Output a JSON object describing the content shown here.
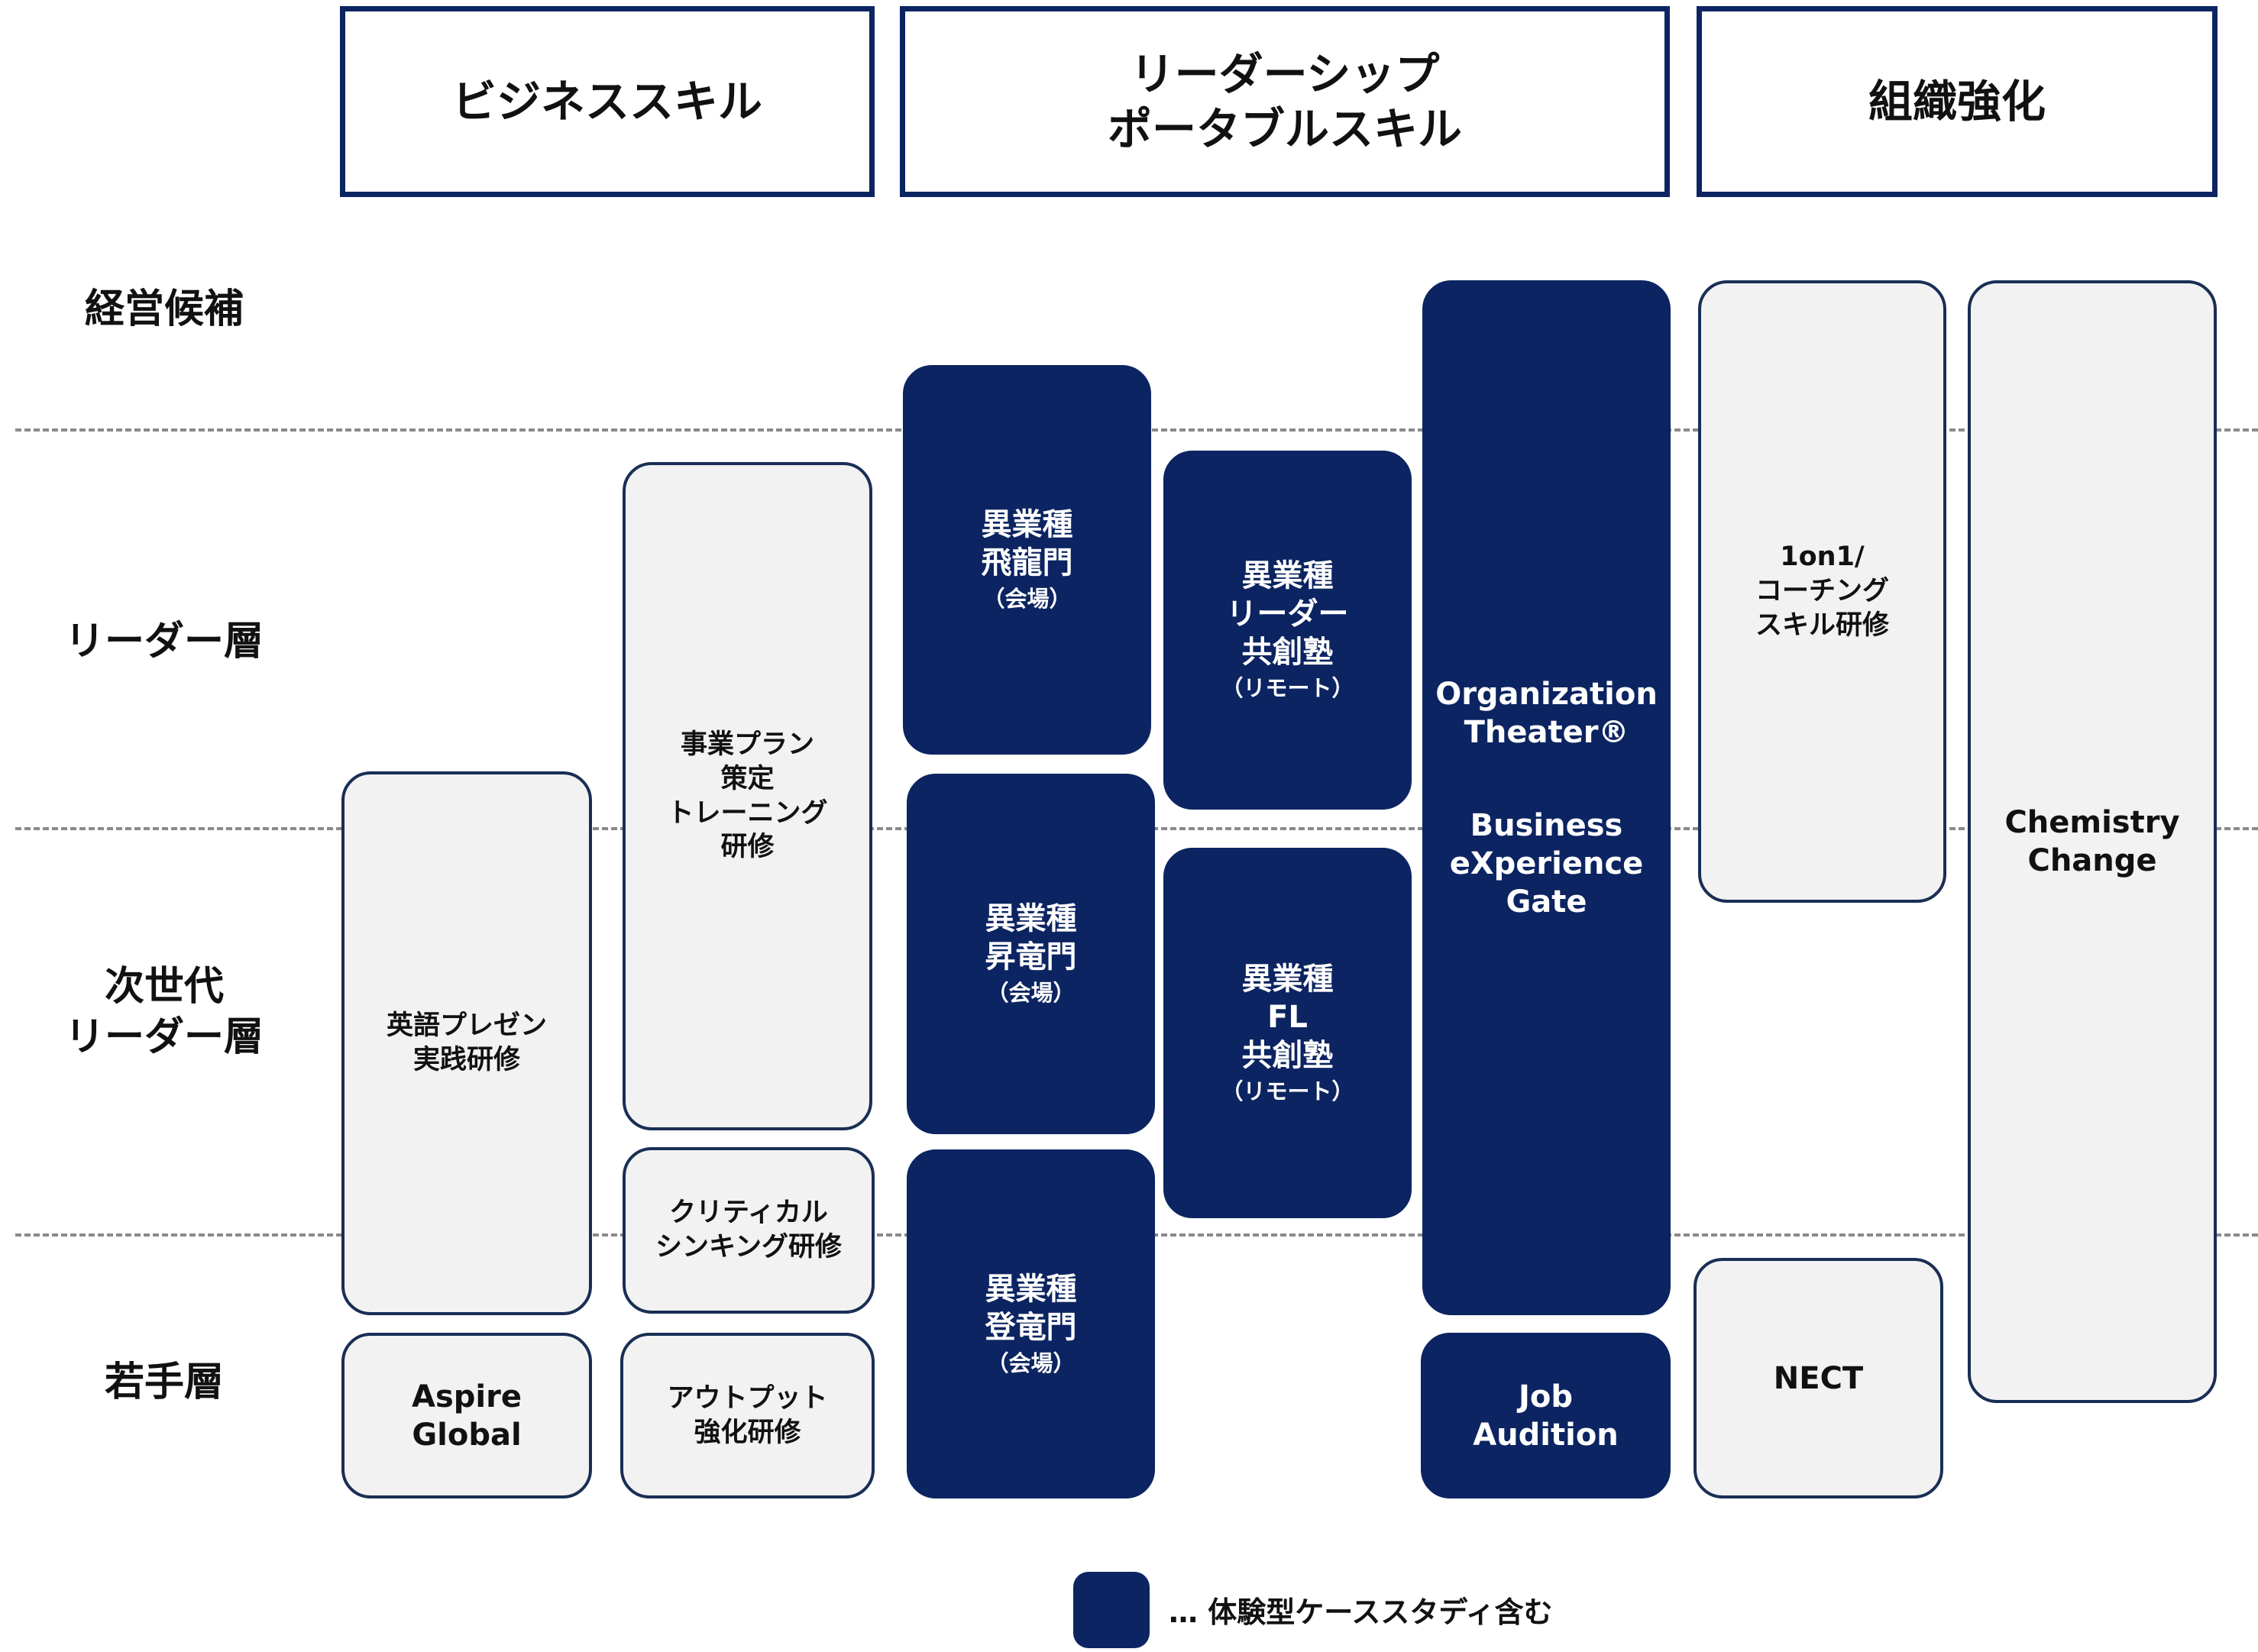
{
  "headers": [
    {
      "key": "business",
      "label": "ビジネススキル"
    },
    {
      "key": "leadership",
      "label": "リーダーシップ\nポータブルスキル"
    },
    {
      "key": "org",
      "label": "組織強化"
    }
  ],
  "rows": {
    "executive": "経営候補",
    "leader": "リーダー層",
    "next_leader": "次世代\nリーダー層",
    "young": "若手層"
  },
  "programs": {
    "eigo": {
      "title": "英語プレゼン\n実践研修",
      "style": "light"
    },
    "aspire": {
      "title": "Aspire\nGlobal",
      "style": "light"
    },
    "jigyo": {
      "title": "事業プラン\n策定\nトレーニング\n研修",
      "style": "light"
    },
    "critical": {
      "title": "クリティカル\nシンキング研修",
      "style": "light"
    },
    "output": {
      "title": "アウトプット\n強化研修",
      "style": "light"
    },
    "hiryumon": {
      "title": "異業種\n飛龍門",
      "sub": "（会場）",
      "style": "dark"
    },
    "shoryumon": {
      "title": "異業種\n昇竜門",
      "sub": "（会場）",
      "style": "dark"
    },
    "toryumon": {
      "title": "異業種\n登竜門",
      "sub": "（会場）",
      "style": "dark"
    },
    "leader_kyosojuku": {
      "title": "異業種\nリーダー\n共創塾",
      "sub": "（リモート）",
      "style": "dark"
    },
    "fl_kyosojuku": {
      "title": "異業種\nFL\n共創塾",
      "sub": "（リモート）",
      "style": "dark"
    },
    "org_theater": {
      "title": "Organization\nTheater®",
      "title2": "Business\neXperience\nGate",
      "style": "dark"
    },
    "job_audition": {
      "title": "Job\nAudition",
      "style": "dark"
    },
    "coaching": {
      "title": "1on1/\nコーチング\nスキル研修",
      "style": "light"
    },
    "nect": {
      "title": "NECT",
      "style": "light"
    },
    "chemistry": {
      "title": "Chemistry\nChange",
      "style": "light"
    }
  },
  "legend": {
    "text": "… 体験型ケーススタディ含む"
  },
  "colors": {
    "navy": "#0c2461",
    "light_fill": "#f2f2f2",
    "divider": "#8a8a8a"
  }
}
